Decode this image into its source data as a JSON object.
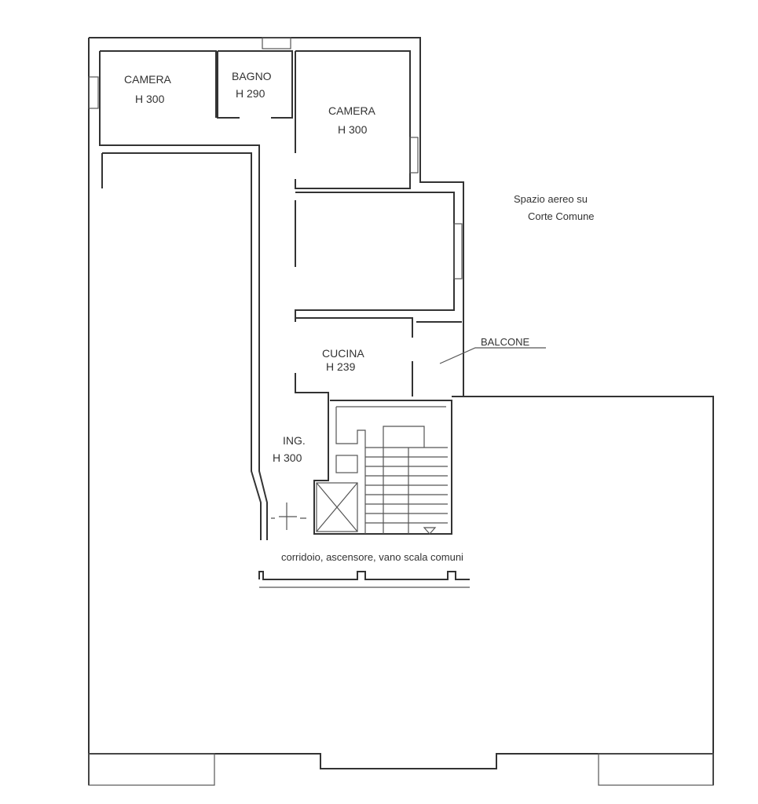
{
  "plan": {
    "rooms": [
      {
        "name": "CAMERA",
        "height": "H 300"
      },
      {
        "name": "BAGNO",
        "height": "H 290"
      },
      {
        "name": "CAMERA",
        "height": "H 300"
      },
      {
        "name": "CUCINA",
        "height": "H 239"
      },
      {
        "name": "ING.",
        "height": "H 300"
      }
    ],
    "balcony_label": "BALCONE",
    "airspace_line1": "Spazio aereo su",
    "airspace_line2": "Corte Comune",
    "common_areas_label": "corridoio, ascensore, vano scala comuni",
    "colors": {
      "line": "#333333",
      "background": "#ffffff"
    }
  }
}
